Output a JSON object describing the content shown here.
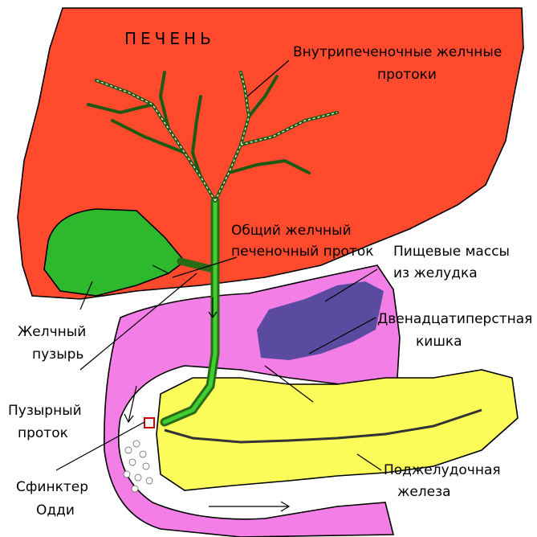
{
  "title": "ПЕЧЕНЬ",
  "labels": {
    "intrahepatic_1": "Внутрипеченочные желчные",
    "intrahepatic_2": "протоки",
    "common_duct_1": "Общий  желчный",
    "common_duct_2": "печеночный проток",
    "food_1": "Пищевые массы",
    "food_2": "из желудка",
    "duodenum_1": "Двенадцатиперстная",
    "duodenum_2": "кишка",
    "gallbladder_1": "Желчный",
    "gallbladder_2": "пузырь",
    "cystic_1": "Пузырный",
    "cystic_2": "проток",
    "sphincter_1": "Сфинктер",
    "sphincter_2": "Одди",
    "pancreas_1": "Поджелудочная",
    "pancreas_2": "железа"
  },
  "colors": {
    "liver": "#ff4a2e",
    "gallbladder": "#2eb82e",
    "duodenum": "#f27ee6",
    "food": "#5a4aa0",
    "pancreas": "#fbfb5a",
    "ducts": "#2a6b18"
  }
}
